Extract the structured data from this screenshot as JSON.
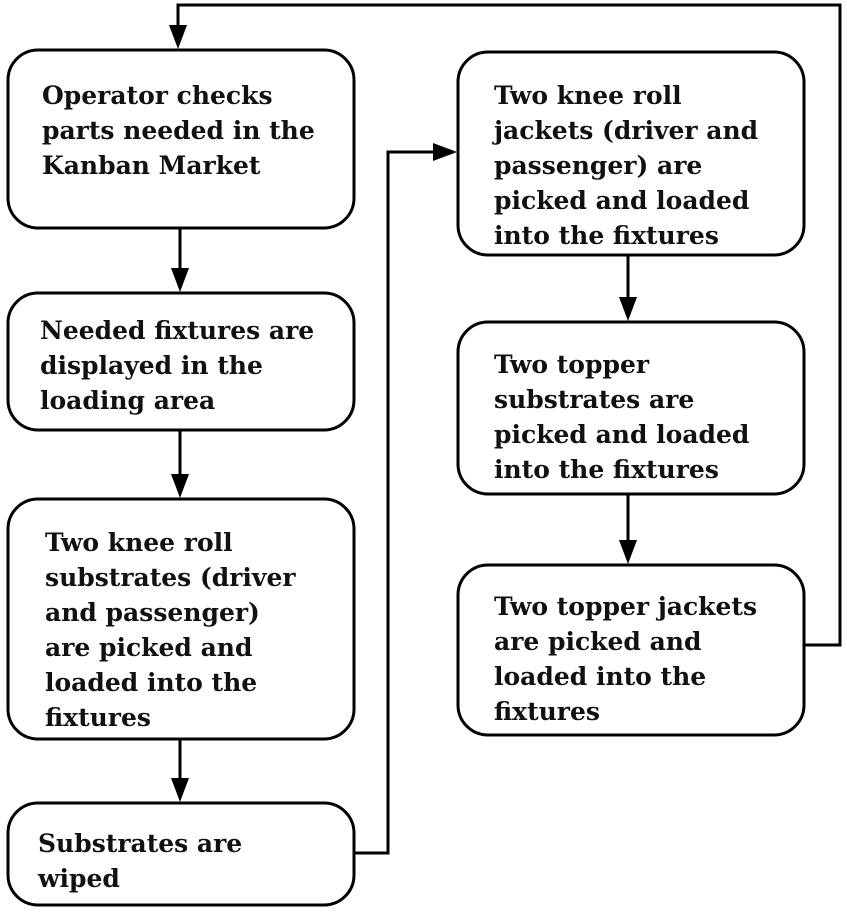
{
  "diagram": {
    "type": "flowchart",
    "colors": {
      "box_fill": "#ffffff",
      "stroke": "#000000",
      "text": "#111111"
    },
    "steps": [
      {
        "id": "s1",
        "lines": [
          "Operator checks",
          "parts needed in the",
          "Kanban Market"
        ]
      },
      {
        "id": "s2",
        "lines": [
          "Needed fixtures are",
          "displayed in the",
          "loading area"
        ]
      },
      {
        "id": "s3",
        "lines": [
          "Two knee roll",
          "substrates (driver",
          "and passenger)",
          "are picked and",
          "loaded into the",
          "fixtures"
        ]
      },
      {
        "id": "s4",
        "lines": [
          "Substrates are",
          "wiped"
        ]
      },
      {
        "id": "s5",
        "lines": [
          "Two knee roll",
          "jackets (driver and",
          "passenger) are",
          "picked and loaded",
          "into the fixtures"
        ]
      },
      {
        "id": "s6",
        "lines": [
          "Two topper",
          "substrates are",
          "picked and loaded",
          "into the fixtures"
        ]
      },
      {
        "id": "s7",
        "lines": [
          "Two topper jackets",
          "are picked and",
          "loaded into the",
          "fixtures"
        ]
      }
    ],
    "connections": [
      {
        "from": "s1",
        "to": "s2"
      },
      {
        "from": "s2",
        "to": "s3"
      },
      {
        "from": "s3",
        "to": "s4"
      },
      {
        "from": "s4",
        "to": "s5"
      },
      {
        "from": "s5",
        "to": "s6"
      },
      {
        "from": "s6",
        "to": "s7"
      },
      {
        "from": "s7",
        "to": "s1"
      }
    ]
  }
}
